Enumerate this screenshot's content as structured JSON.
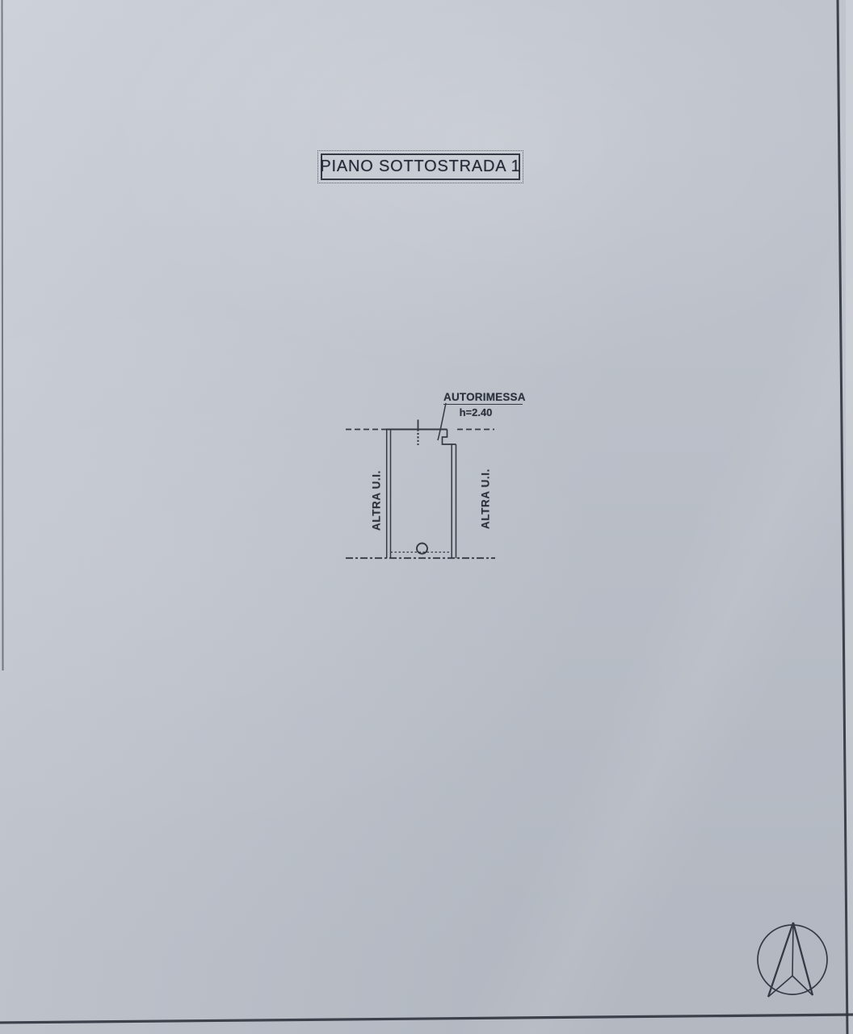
{
  "theme": {
    "paper": "#c6cbd4",
    "ink": "#343944",
    "border": "#2f333d"
  },
  "title_box": {
    "label": "PIANO SOTTOSTRADA 1"
  },
  "plan": {
    "room_label": "AUTORIMESSA",
    "room_height": "h=2.40",
    "adjacent_left": "ALTRA U.I.",
    "adjacent_right": "ALTRA U.I."
  },
  "compass": {
    "icon": "north-arrow"
  }
}
